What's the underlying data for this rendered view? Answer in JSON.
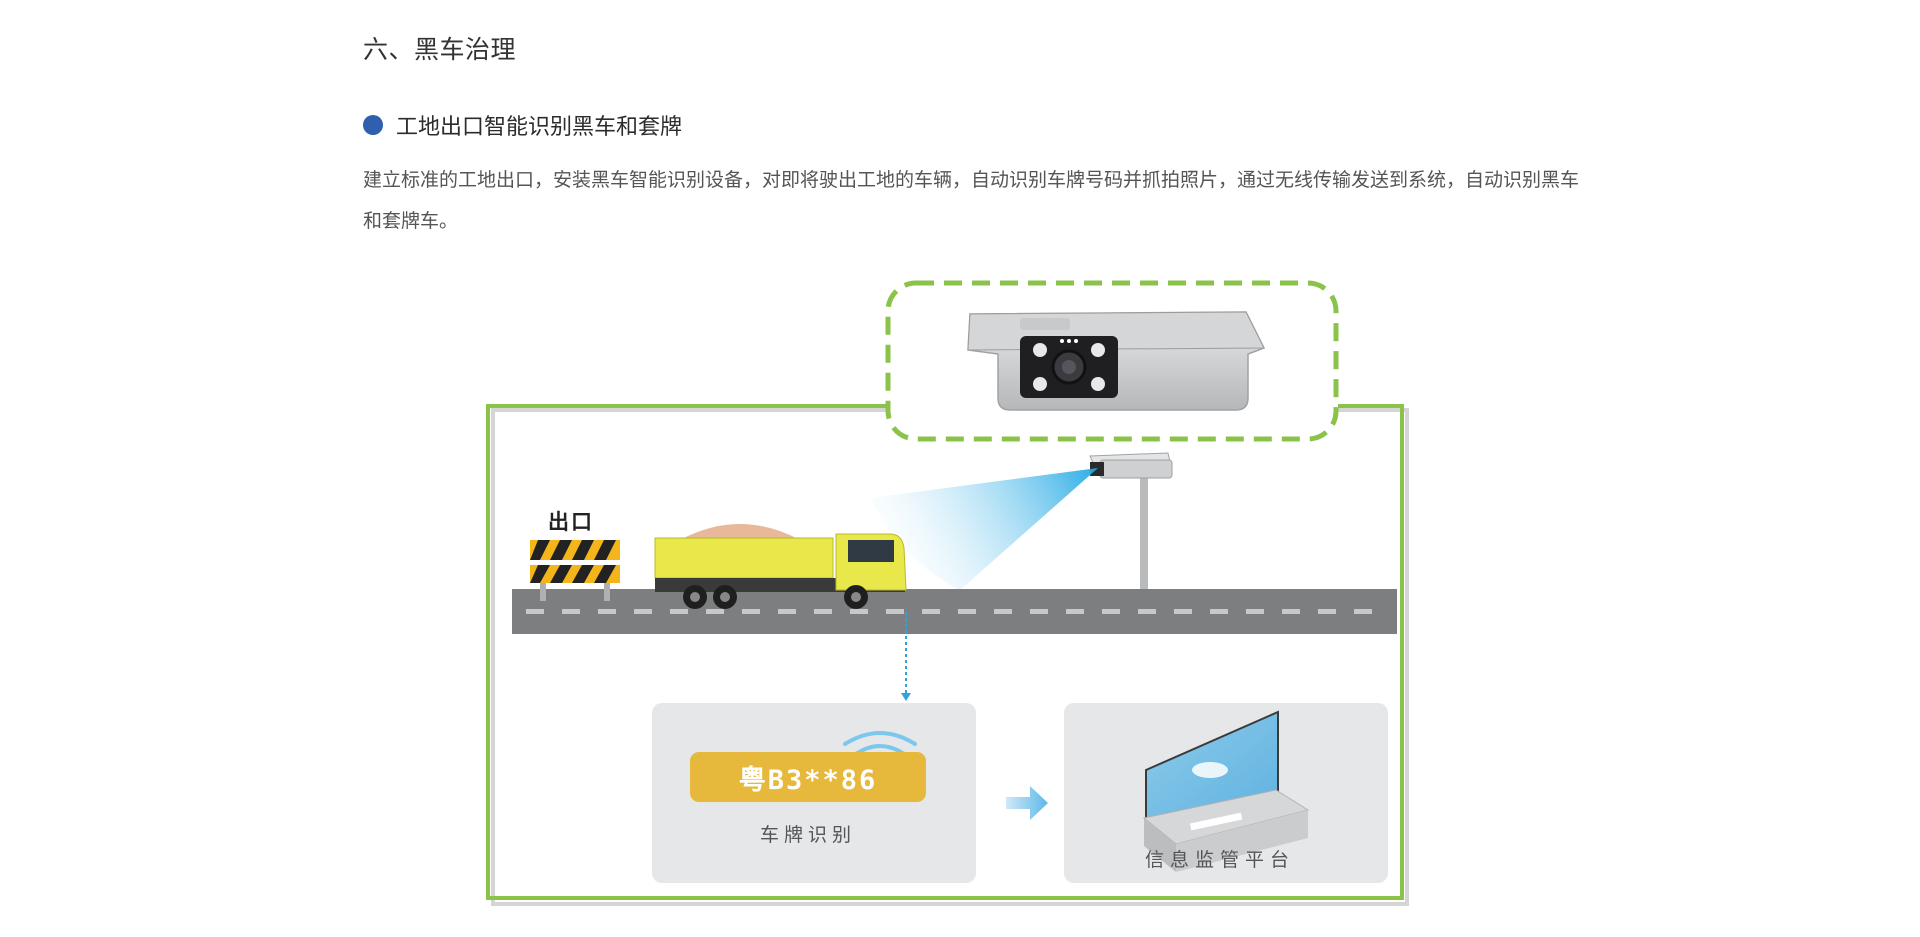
{
  "heading": "六、黑车治理",
  "subheading": "工地出口智能识别黑车和套牌",
  "paragraph": "建立标准的工地出口，安装黑车智能识别设备，对即将驶出工地的车辆，自动识别车牌号码并抓拍照片，通过无线传输发送到系统，自动识别黑车和套牌车。",
  "figure": {
    "exit_label": "出口",
    "plate_number": "粤B3**86",
    "plate_caption": "车牌识别",
    "platform_caption": "信息监管平台"
  },
  "colors": {
    "frame_green": "#8bc34a",
    "bullet_blue": "#2f5fad",
    "plate_yellow": "#e6b83c",
    "road_gray": "#7d7e80",
    "beam_blue": "#3fb4e6",
    "panel_gray": "#e6e7e9"
  }
}
